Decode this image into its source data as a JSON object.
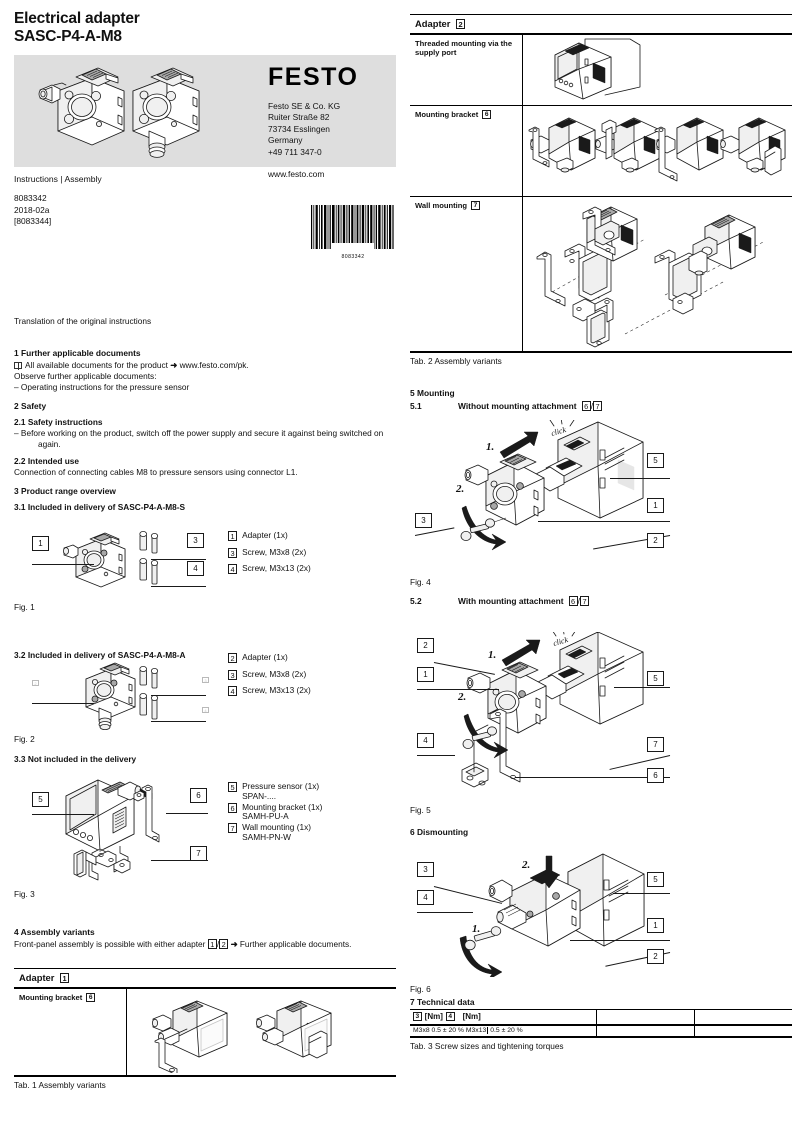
{
  "document": {
    "title_line1": "Electrical adapter",
    "title_line2": "SASC-P4-A-M8",
    "instructions_line": "Instructions | Assembly",
    "doc_number": "8083342",
    "doc_version": "2018-02a",
    "doc_bracket": "[8083344]",
    "barcode_number": "8083342",
    "translation_note": "Translation of the original instructions"
  },
  "brand": {
    "logo": "FESTO",
    "company": "Festo SE & Co. KG",
    "street": "Ruiter Straße 82",
    "city": "73734 Esslingen",
    "country": "Germany",
    "phone": "+49 711 347-0",
    "website": "www.festo.com"
  },
  "sections": {
    "s1": {
      "heading": "1 Further applicable documents",
      "line1_a": "All available documents for the product",
      "line1_arrow": "➜",
      "line1_b": "www.festo.com/pk.",
      "line2": "Observe further applicable documents:",
      "line3": "– Operating instructions for the pressure sensor"
    },
    "s2": {
      "heading": "2 Safety",
      "sub1_heading": "2.1 Safety instructions",
      "sub1_text": "– Before working on the product, switch off the power supply and secure it against being switched on again.",
      "sub2_heading": "2.2 Intended use",
      "sub2_text": "Connection of connecting cables  M8 to pressure sensors using connector  L1."
    },
    "s3": {
      "heading": "3 Product range overview",
      "sub1_heading": "3.1 Included in delivery of SASC-P4-A-M8-S",
      "sub2_heading": "3.2 Included in delivery of SASC-P4-A-M8-A",
      "sub3_heading": "3.3 Not included in the delivery"
    },
    "s4": {
      "heading": "4 Assembly variants",
      "text_a": "Front-panel assembly is possible with either adapter",
      "tag1": "1",
      "slash": "/",
      "tag2": "2",
      "arrow": "➜",
      "text_b": "Further applicable documents."
    },
    "s5": {
      "heading": "5 Mounting",
      "sub1_num": "5.1",
      "sub1_heading": "Without mounting attachment",
      "sub1_tag_a": "6",
      "sub1_slash": "/",
      "sub1_tag_b": "7",
      "sub2_num": "5.2",
      "sub2_heading": "With mounting attachment",
      "sub2_tag_a": "6",
      "sub2_slash": "/",
      "sub2_tag_b": "7"
    },
    "s6": {
      "heading": "6 Dismounting"
    },
    "s7": {
      "heading": "7 Technical data"
    }
  },
  "figures": {
    "fig1": {
      "caption": "Fig. 1",
      "tags": [
        "1",
        "3",
        "4"
      ],
      "legend": [
        {
          "num": "1",
          "text": "Adapter (1x)"
        },
        {
          "num": "3",
          "text": "Screw, M3x8 (2x)"
        },
        {
          "num": "4",
          "text": "Screw, M3x13 (2x)"
        }
      ]
    },
    "fig2": {
      "caption": "Fig. 2",
      "tags": [
        "2",
        "3",
        "4"
      ],
      "legend": [
        {
          "num": "2",
          "text": "Adapter (1x)"
        },
        {
          "num": "3",
          "text": "Screw, M3x8 (2x)"
        },
        {
          "num": "4",
          "text": "Screw, M3x13 (2x)"
        }
      ]
    },
    "fig3": {
      "caption": "Fig. 3",
      "tags": [
        "5",
        "6",
        "7"
      ],
      "legend": [
        {
          "num": "5",
          "text": "Pressure sensor (1x)",
          "sub": "SPAN-...."
        },
        {
          "num": "6",
          "text": "Mounting bracket (1x)",
          "sub": "SAMH-PU-A"
        },
        {
          "num": "7",
          "text": "Wall mounting (1x)",
          "sub": "SAMH-PN-W"
        }
      ]
    },
    "fig4": {
      "caption": "Fig. 4",
      "step1": "1.",
      "step2": "2.",
      "click": "click",
      "tags": [
        "3",
        "5",
        "1",
        "2"
      ]
    },
    "fig5": {
      "caption": "Fig. 5",
      "step1": "1.",
      "step2": "2.",
      "click": "click",
      "tags": [
        "2",
        "1",
        "4",
        "5",
        "7",
        "6"
      ]
    },
    "fig6": {
      "caption": "Fig. 6",
      "step1": "1.",
      "step2": "2.",
      "tags": [
        "3",
        "4",
        "5",
        "1",
        "2"
      ]
    }
  },
  "tables": {
    "tab1": {
      "header_label": "Adapter",
      "header_tag": "1",
      "rows": [
        {
          "label": "Mounting bracket",
          "tag": "6"
        }
      ],
      "caption": "Tab. 1 Assembly variants"
    },
    "tab2": {
      "header_label": "Adapter",
      "header_tag": "2",
      "rows": [
        {
          "label": "Threaded mounting via the supply port",
          "tag": ""
        },
        {
          "label": "Mounting bracket",
          "tag": "6"
        },
        {
          "label": "Wall mounting",
          "tag": "7"
        }
      ],
      "caption": "Tab. 2 Assembly variants"
    },
    "tab3": {
      "header": [
        {
          "tag": "3",
          "unit": "[Nm]"
        },
        {
          "tag": "4",
          "unit": "[Nm]"
        }
      ],
      "row": [
        {
          "size": "M3x8",
          "torque": "0.5 ± 20 %"
        },
        {
          "size": "M3x13",
          "torque": "0.5 ± 20 %"
        }
      ],
      "caption": "Tab. 3 Screw sizes and tightening torques"
    }
  },
  "colors": {
    "hero_bg": "#dedede",
    "ink": "#111111",
    "rule": "#000000"
  }
}
